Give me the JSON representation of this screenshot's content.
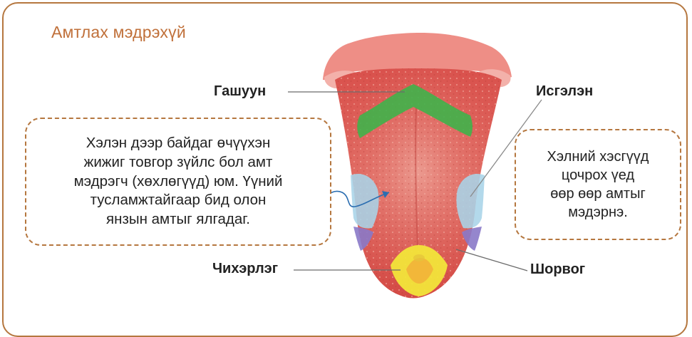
{
  "title": "Амтлах мэдрэхүй",
  "labels": {
    "bitter": "Гашуун",
    "sour": "Исгэлэн",
    "sweet": "Чихэрлэг",
    "salty": "Шорвог"
  },
  "callout_left": {
    "lines": [
      "Хэлэн дээр байдаг өчүүхэн",
      "жижиг товгор зүйлс бол амт",
      "мэдрэгч (хөхлөгүүд) юм. Үүний",
      "тусламжтайгаар бид олон",
      "янзын амтыг ялгадаг."
    ]
  },
  "callout_right": {
    "lines": [
      "Хэлний хэсгүүд",
      "цочрох үед",
      "өөр өөр амтыг",
      "мэдэрнэ."
    ]
  },
  "colors": {
    "frame": "#b5773f",
    "title": "#c0703a",
    "bitter_zone": "#3fb24a",
    "sour_zone": "#a9d4e8",
    "sweet_zone": "#f2e53a",
    "salty_zone": "#8a79c8",
    "arrow": "#2a6db0"
  }
}
